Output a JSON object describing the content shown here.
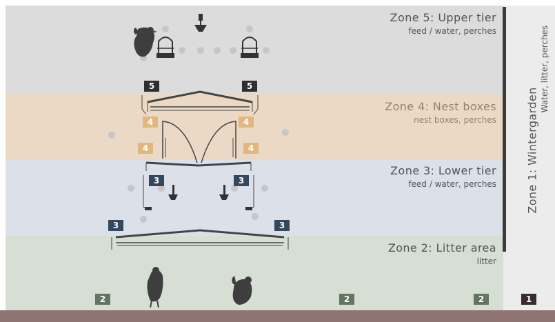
{
  "colors": {
    "zone5": "#dcdcdc",
    "zone4": "#ecd9c5",
    "zone3": "#dbe0e9",
    "zone2": "#d7dfd5",
    "wintergarden": "#ececec",
    "floor": "#8f7474",
    "badge5": "#2f2f2f",
    "badge4": "#e2b67c",
    "badge3": "#34485d",
    "badge2": "#637462",
    "badge1": "#3a2c2c",
    "zone_title_text": "#555555",
    "zone4_text": "#9a7f66",
    "hen": "#3e3e3e",
    "perch": "#c6c6c6",
    "structure": "#444444"
  },
  "zones": {
    "zone5": {
      "title": "Zone 5: Upper tier",
      "subtitle": "feed / water, perches",
      "badge": "5"
    },
    "zone4": {
      "title": "Zone 4: Nest boxes",
      "subtitle": "nest boxes, perches",
      "badge": "4"
    },
    "zone3": {
      "title": "Zone 3: Lower tier",
      "subtitle": "feed / water, perches",
      "badge": "3"
    },
    "zone2": {
      "title": "Zone 2: Litter area",
      "subtitle": "litter",
      "badge": "2"
    },
    "zone1": {
      "title": "Zone 1: Wintergarden",
      "subtitle": "Water, litter, perches",
      "badge": "1"
    }
  },
  "icons": [
    "hen-icon",
    "drinker-icon",
    "feeder-icon",
    "perch-icon",
    "nest-box-icon"
  ]
}
